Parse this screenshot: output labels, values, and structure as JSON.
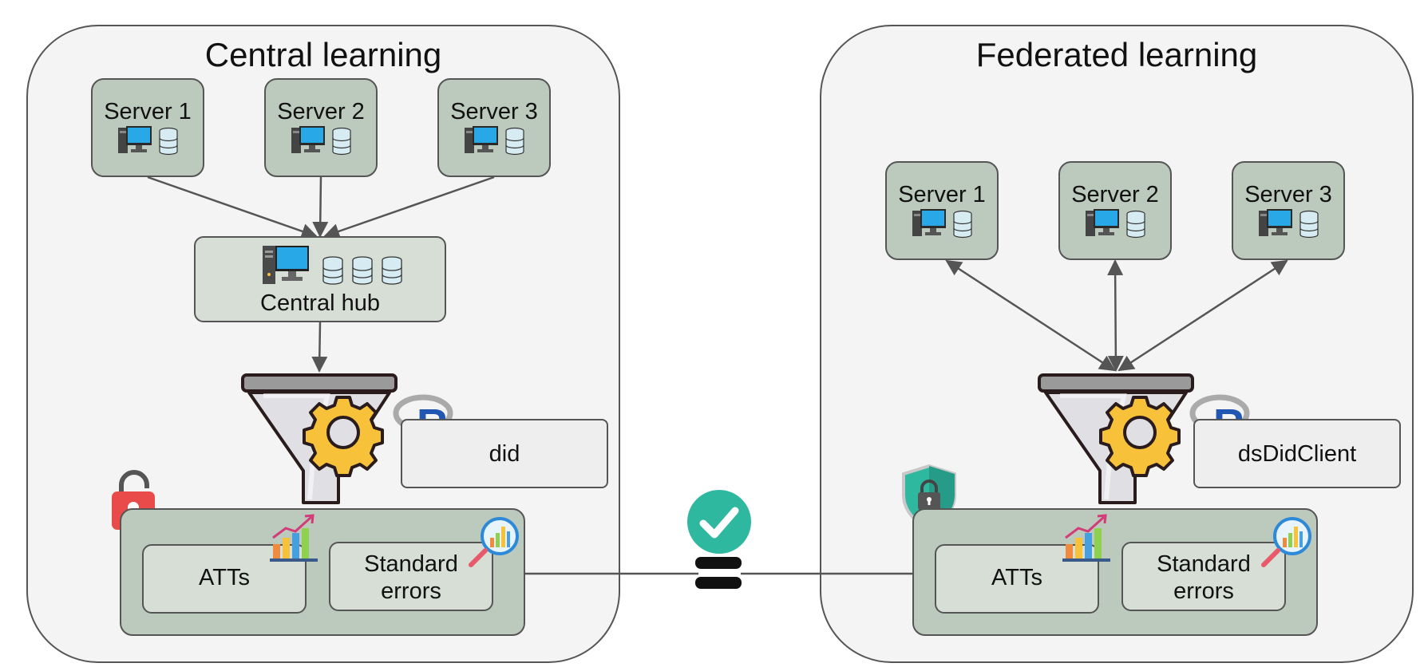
{
  "central": {
    "title": "Central learning",
    "servers": [
      "Server 1",
      "Server 2",
      "Server 3"
    ],
    "hub_label": "Central hub",
    "package": "did",
    "results": {
      "att": "ATTs",
      "se_line1": "Standard",
      "se_line2": "errors"
    }
  },
  "federated": {
    "title": "Federated learning",
    "servers": [
      "Server 1",
      "Server 2",
      "Server 3"
    ],
    "package": "dsDidClient",
    "results": {
      "att": "ATTs",
      "se_line1": "Standard",
      "se_line2": "errors"
    }
  },
  "icons": {
    "server": "computer-database-icon",
    "funnel": "funnel-gear-icon",
    "r": "r-logo-icon",
    "open_lock": "unlocked-padlock-icon",
    "shield_lock": "shield-lock-icon",
    "trend_chart": "trend-chart-icon",
    "magnify_chart": "magnifier-chart-icon",
    "check": "check-circle-icon",
    "equals": "equals-icon"
  },
  "colors": {
    "panel_bg": "#f4f4f4",
    "box_green": "#bccabd",
    "check_teal": "#2fb8a0",
    "lock_red": "#e94a4a",
    "gear_yellow": "#f7c23a",
    "r_blue": "#2256b3"
  }
}
